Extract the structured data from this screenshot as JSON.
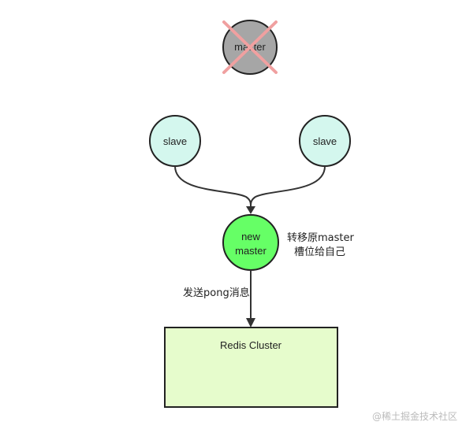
{
  "nodes": {
    "old_master": {
      "label": "master",
      "fill": "#a6a6a6",
      "cross_color": "#f0a0a0"
    },
    "slave_left": {
      "label": "slave",
      "fill": "#d4f7ee"
    },
    "slave_right": {
      "label": "slave",
      "fill": "#d4f7ee"
    },
    "new_master": {
      "line1": "new",
      "line2": "master",
      "fill": "#66ff66"
    },
    "cluster": {
      "label": "Redis Cluster",
      "fill": "#e6fccc"
    }
  },
  "annotations": {
    "takeover_line1": "转移原master",
    "takeover_line2": "槽位给自己",
    "send_pong": "发送pong消息"
  },
  "watermark": "@稀土掘金技术社区"
}
